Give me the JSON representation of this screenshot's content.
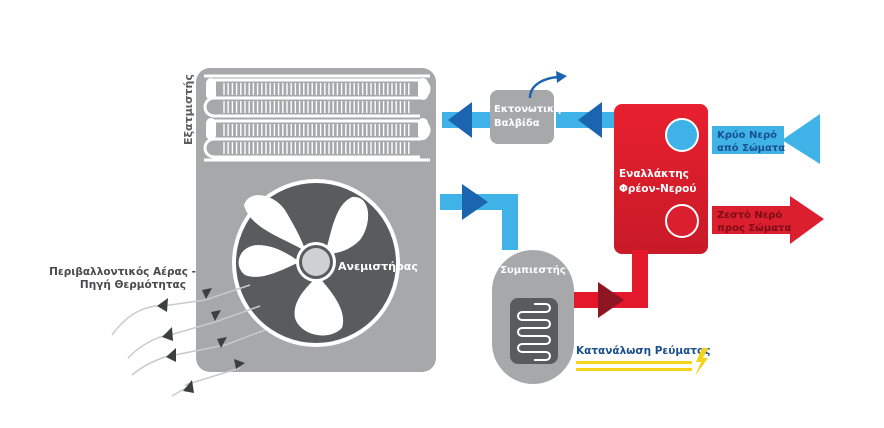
{
  "diagram": {
    "title": "Heat pump refrigeration cycle (air-to-water)",
    "labels": {
      "evaporator": "Εξατμιστής",
      "fan": "Ανεμιστήρας",
      "expansion_valve_line1": "Εκτονωτική",
      "expansion_valve_line2": "Βαλβίδα",
      "heat_exchanger_line1": "Εναλλάκτης",
      "heat_exchanger_line2": "Φρέον-Νερού",
      "cold_water_line1": "Κρύο Νερό",
      "cold_water_line2": "από Σώματα",
      "hot_water_line1": "Ζεστό Νερό",
      "hot_water_line2": "προς Σώματα",
      "compressor": "Συμπιεστής",
      "power_consumption": "Κατανάλωση Ρεύματος",
      "ambient_air_line1": "Περιβαλλοντικός Αέρας -",
      "ambient_air_line2": "Πηγή Θερμότητας"
    },
    "icons": {
      "power": "lightning-bolt-icon",
      "flow_arrow": "triangle-arrow-icon",
      "vent": "curved-arrow-icon"
    },
    "colors": {
      "unit_gray": "#a7a8aa",
      "unit_dark": "#5a5b5d",
      "pipe_cold": "#3fb3e8",
      "arrow_cold": "#1a64b0",
      "pipe_hot": "#e3182d",
      "arrow_hot": "#8e1522",
      "exchanger_red": "#dc1f2e",
      "power_yellow": "#f5d31a",
      "text_dark": "#4a4a4c",
      "text_blue": "#1a4f8e"
    }
  }
}
